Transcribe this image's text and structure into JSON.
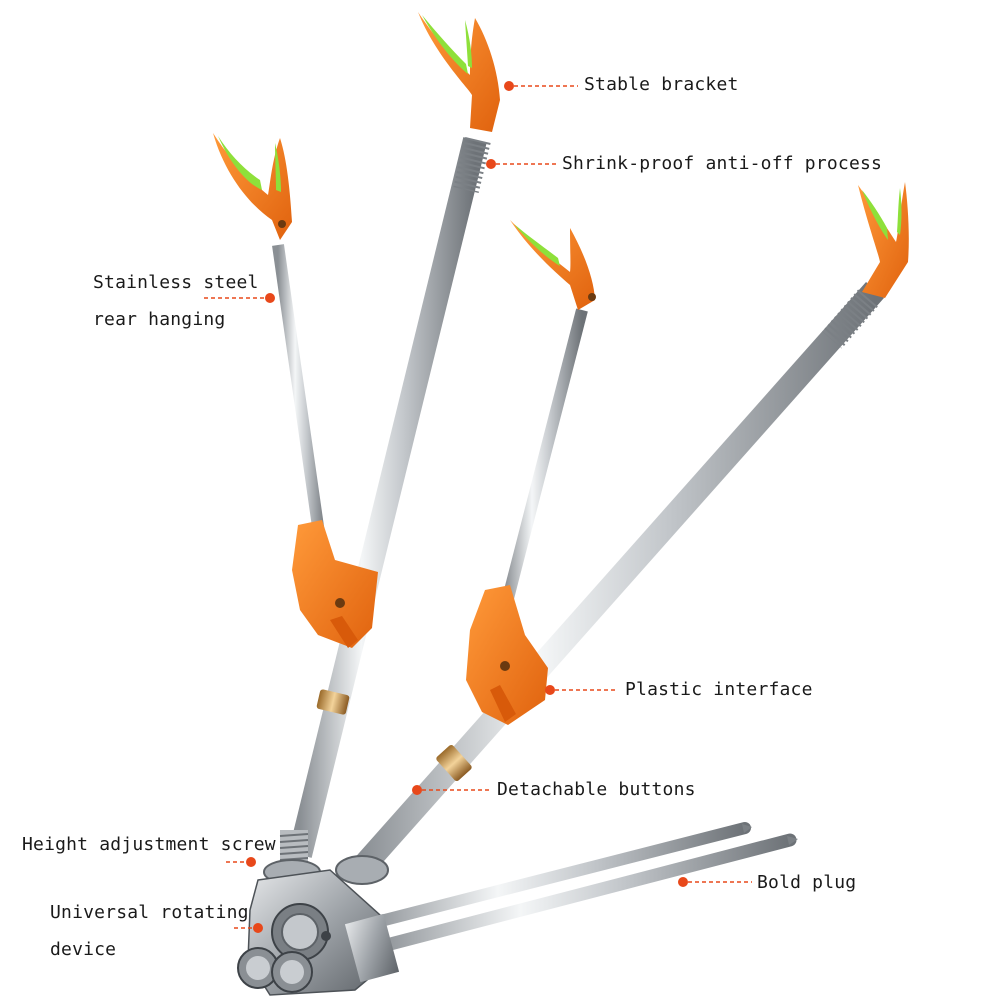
{
  "colors": {
    "accent_orange": "#f07a1a",
    "bracket_green": "#8ee03a",
    "steel": "#c9cdd1",
    "leader_dot": "#e8481a",
    "text": "#1a1a1a"
  },
  "callouts": [
    {
      "id": "stable-bracket",
      "lines": [
        "Stable bracket"
      ]
    },
    {
      "id": "shrink-proof",
      "lines": [
        "Shrink-proof anti-off process"
      ]
    },
    {
      "id": "stainless-steel",
      "lines": [
        "Stainless steel",
        "rear hanging"
      ]
    },
    {
      "id": "plastic-interface",
      "lines": [
        "Plastic interface"
      ]
    },
    {
      "id": "detachable-buttons",
      "lines": [
        "Detachable buttons"
      ]
    },
    {
      "id": "height-screw",
      "lines": [
        "Height adjustment screw"
      ]
    },
    {
      "id": "bold-plug",
      "lines": [
        "Bold plug"
      ]
    },
    {
      "id": "universal-rotating",
      "lines": [
        "Universal rotating",
        "device"
      ]
    }
  ]
}
